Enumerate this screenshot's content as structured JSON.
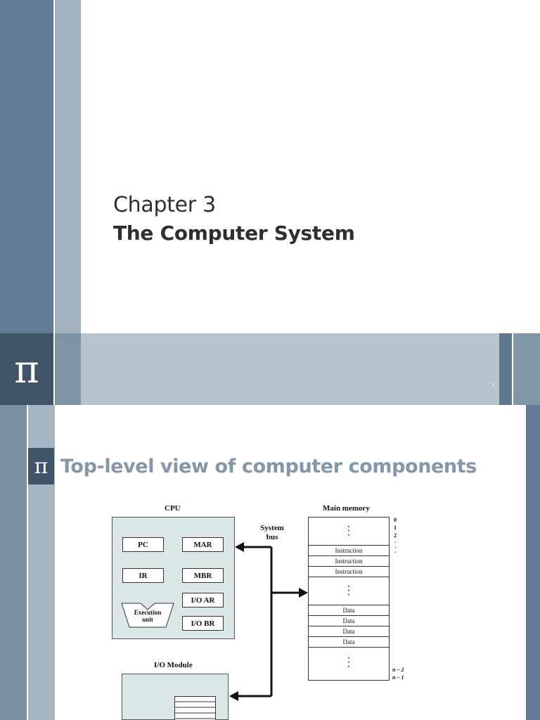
{
  "slide1": {
    "chapter": "Chapter 3",
    "subtitle": "The Computer System",
    "logo_symbol": "π",
    "slide_number": "1"
  },
  "slide2": {
    "logo_symbol": "π",
    "title": "Top-level view of computer components"
  },
  "diagram": {
    "cpu_label": "CPU",
    "registers": [
      "PC",
      "MAR",
      "IR",
      "MBR",
      "I/O AR",
      "I/O BR"
    ],
    "execution_unit": [
      "Execution",
      "unit"
    ],
    "system_bus": [
      "System",
      "bus"
    ],
    "main_memory_label": "Main memory",
    "memory_cells": [
      "Instruction",
      "Instruction",
      "Instruction",
      "Data",
      "Data",
      "Data",
      "Data"
    ],
    "addresses_top": [
      "0",
      "1",
      "2"
    ],
    "addresses_bottom": [
      "n – 2",
      "n – 1"
    ],
    "io_module_label": "I/O Module"
  },
  "colors": {
    "sidebar_dark": "#627b93",
    "sidebar_light": "#a3b3c0",
    "logo_box": "#3f5466",
    "title_blue_gray": "#8496a8",
    "box_fill": "#dbe7e6"
  }
}
